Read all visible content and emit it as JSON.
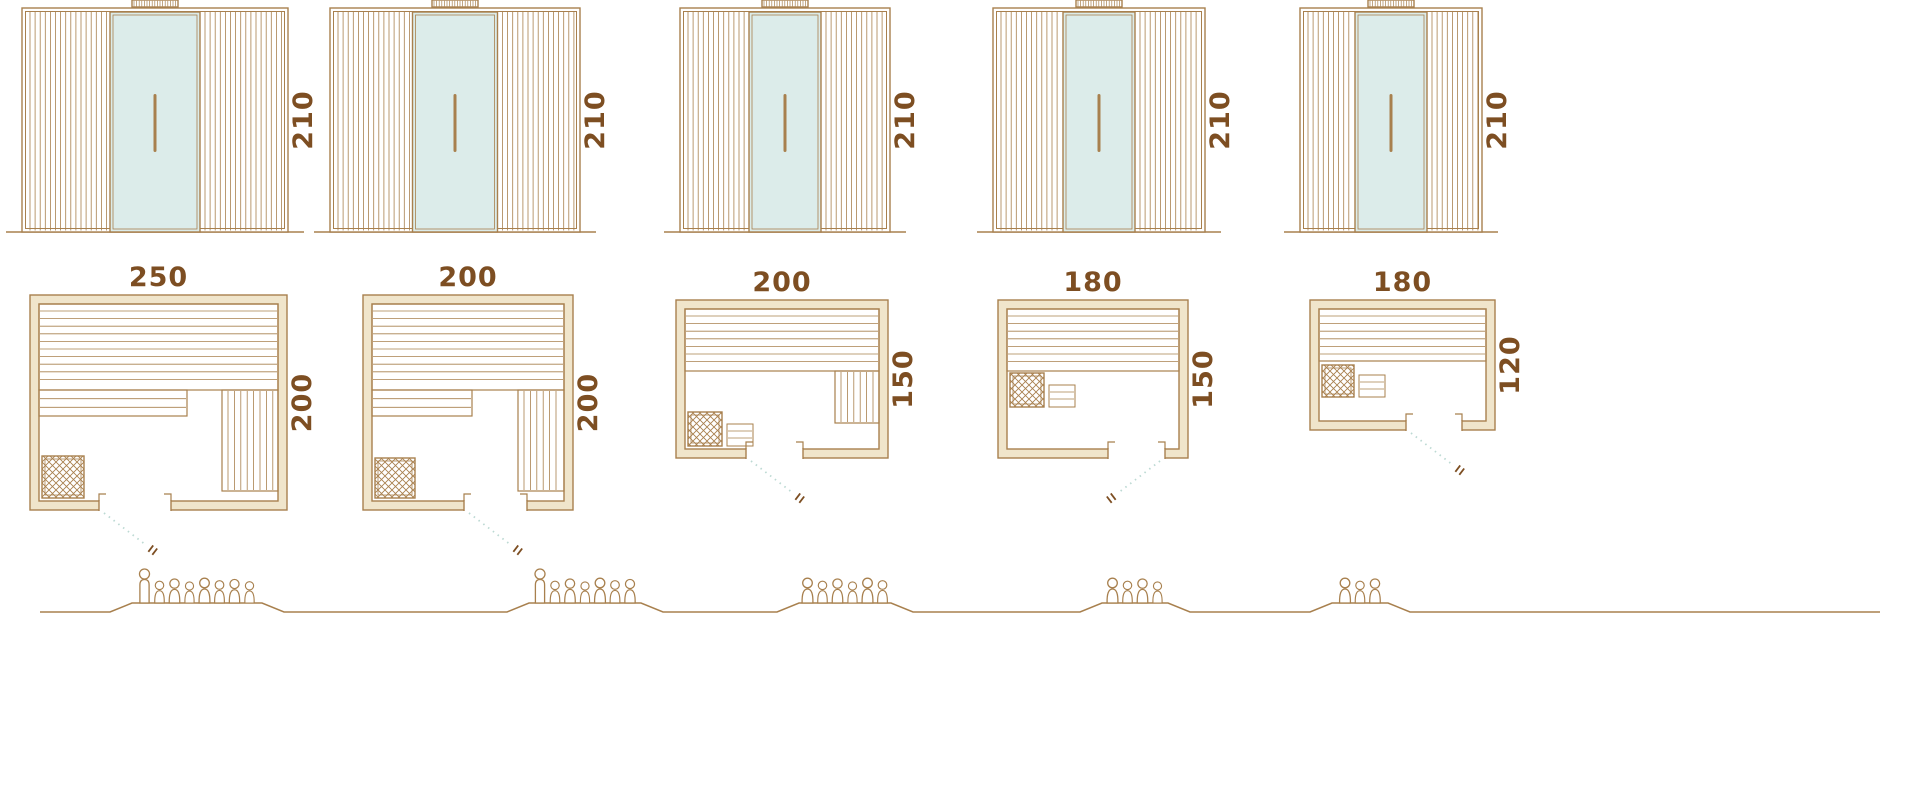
{
  "models": [
    {
      "name": "sauna-250x200",
      "height": "210",
      "width": "250",
      "depth": "200",
      "capacity": 8
    },
    {
      "name": "sauna-200x200",
      "height": "210",
      "width": "200",
      "depth": "200",
      "capacity": 7
    },
    {
      "name": "sauna-200x150",
      "height": "210",
      "width": "200",
      "depth": "150",
      "capacity": 6
    },
    {
      "name": "sauna-180x150",
      "height": "210",
      "width": "180",
      "depth": "150",
      "capacity": 4
    },
    {
      "name": "sauna-180x120",
      "height": "210",
      "width": "180",
      "depth": "120",
      "capacity": 3
    }
  ],
  "colors": {
    "line": "#a8804e",
    "text": "#7d4e22",
    "wall_fill": "#f0e5cb",
    "glass": "#dcecea",
    "swing": "#bcd9d3",
    "background": "#ffffff"
  }
}
